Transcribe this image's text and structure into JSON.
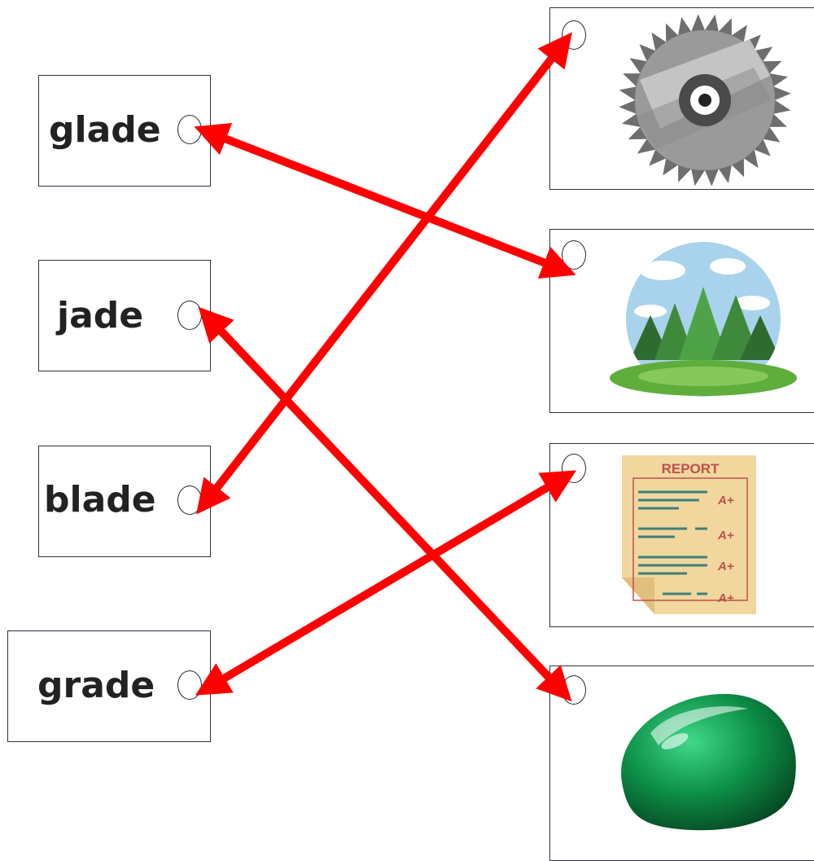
{
  "words": {
    "glade": "glade",
    "jade": "jade",
    "blade": "blade",
    "grade": "grade"
  },
  "pictures": [
    {
      "icon": "saw-blade-icon"
    },
    {
      "icon": "forest-glade-icon"
    },
    {
      "icon": "report-card-icon"
    },
    {
      "icon": "jade-stone-icon"
    }
  ],
  "report": {
    "title": "REPORT",
    "grade_mark": "A+"
  },
  "matches": [
    {
      "word": "glade",
      "picture": "forest-glade-icon"
    },
    {
      "word": "jade",
      "picture": "jade-stone-icon"
    },
    {
      "word": "blade",
      "picture": "saw-blade-icon"
    },
    {
      "word": "grade",
      "picture": "report-card-icon"
    }
  ],
  "colors": {
    "arrow": "#ff0000",
    "border": "#2a3440"
  }
}
